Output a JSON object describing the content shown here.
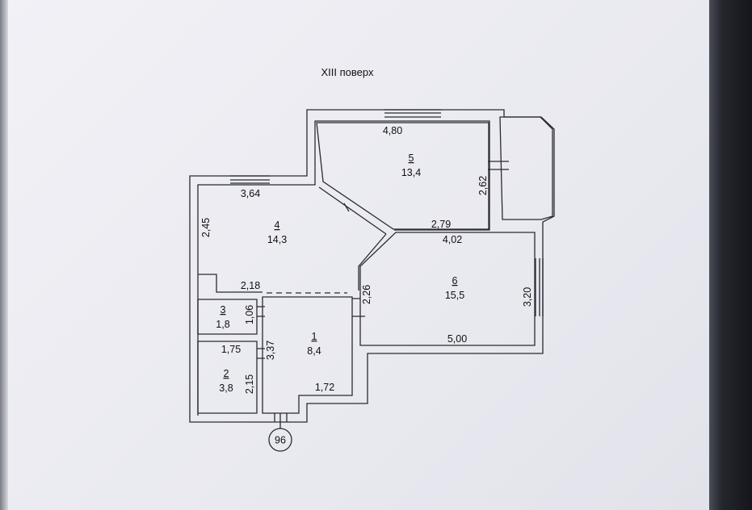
{
  "floor_title": "XIII поверх",
  "apartment_number": "96",
  "rooms": [
    {
      "number": "1",
      "area": "8,4"
    },
    {
      "number": "2",
      "area": "3,8"
    },
    {
      "number": "3",
      "area": "1,8"
    },
    {
      "number": "4",
      "area": "14,3"
    },
    {
      "number": "5",
      "area": "13,4"
    },
    {
      "number": "6",
      "area": "15,5"
    }
  ],
  "dimensions": {
    "d480": "4,80",
    "d262": "2,62",
    "d279": "2,79",
    "d364": "3,64",
    "d245": "2,45",
    "d218": "2,18",
    "d402": "4,02",
    "d226": "2,26",
    "d320": "3,20",
    "d500": "5,00",
    "d106": "1,06",
    "d337": "3,37",
    "d175": "1,75",
    "d215": "2,15",
    "d172": "1,72"
  },
  "colors": {
    "line": "#2a2a33",
    "paper": "#eeeef4"
  }
}
